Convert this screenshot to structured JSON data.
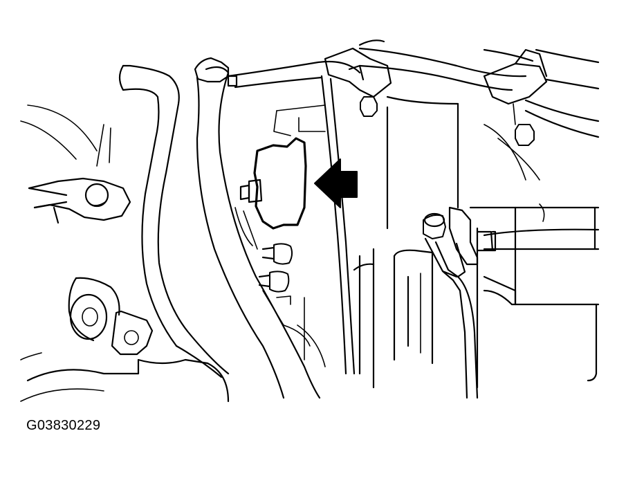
{
  "figure": {
    "id_label": "G03830229",
    "colors": {
      "line": "#000000",
      "background": "#ffffff"
    },
    "callout": {
      "type": "arrow",
      "direction": "left",
      "icon": "solid-arrow-icon"
    }
  }
}
